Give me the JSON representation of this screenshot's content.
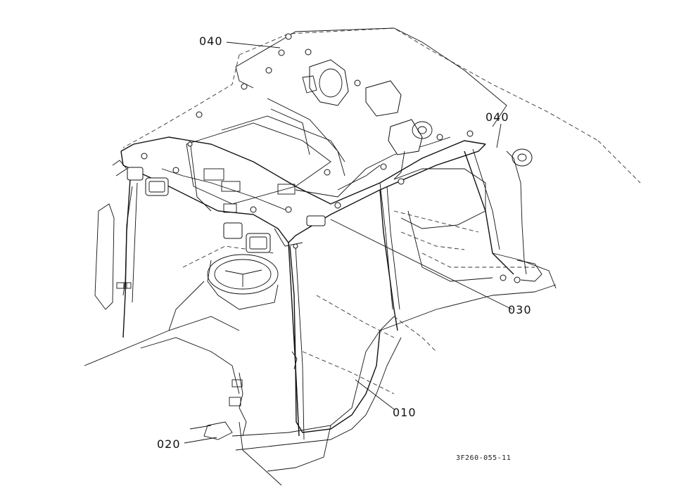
{
  "callouts": [
    {
      "id": "c1",
      "text": "040"
    },
    {
      "id": "c2",
      "text": "040"
    },
    {
      "id": "c3",
      "text": "030"
    },
    {
      "id": "c4",
      "text": "010"
    },
    {
      "id": "c5",
      "text": "020"
    }
  ],
  "drawing_code": "3F260-055-11"
}
